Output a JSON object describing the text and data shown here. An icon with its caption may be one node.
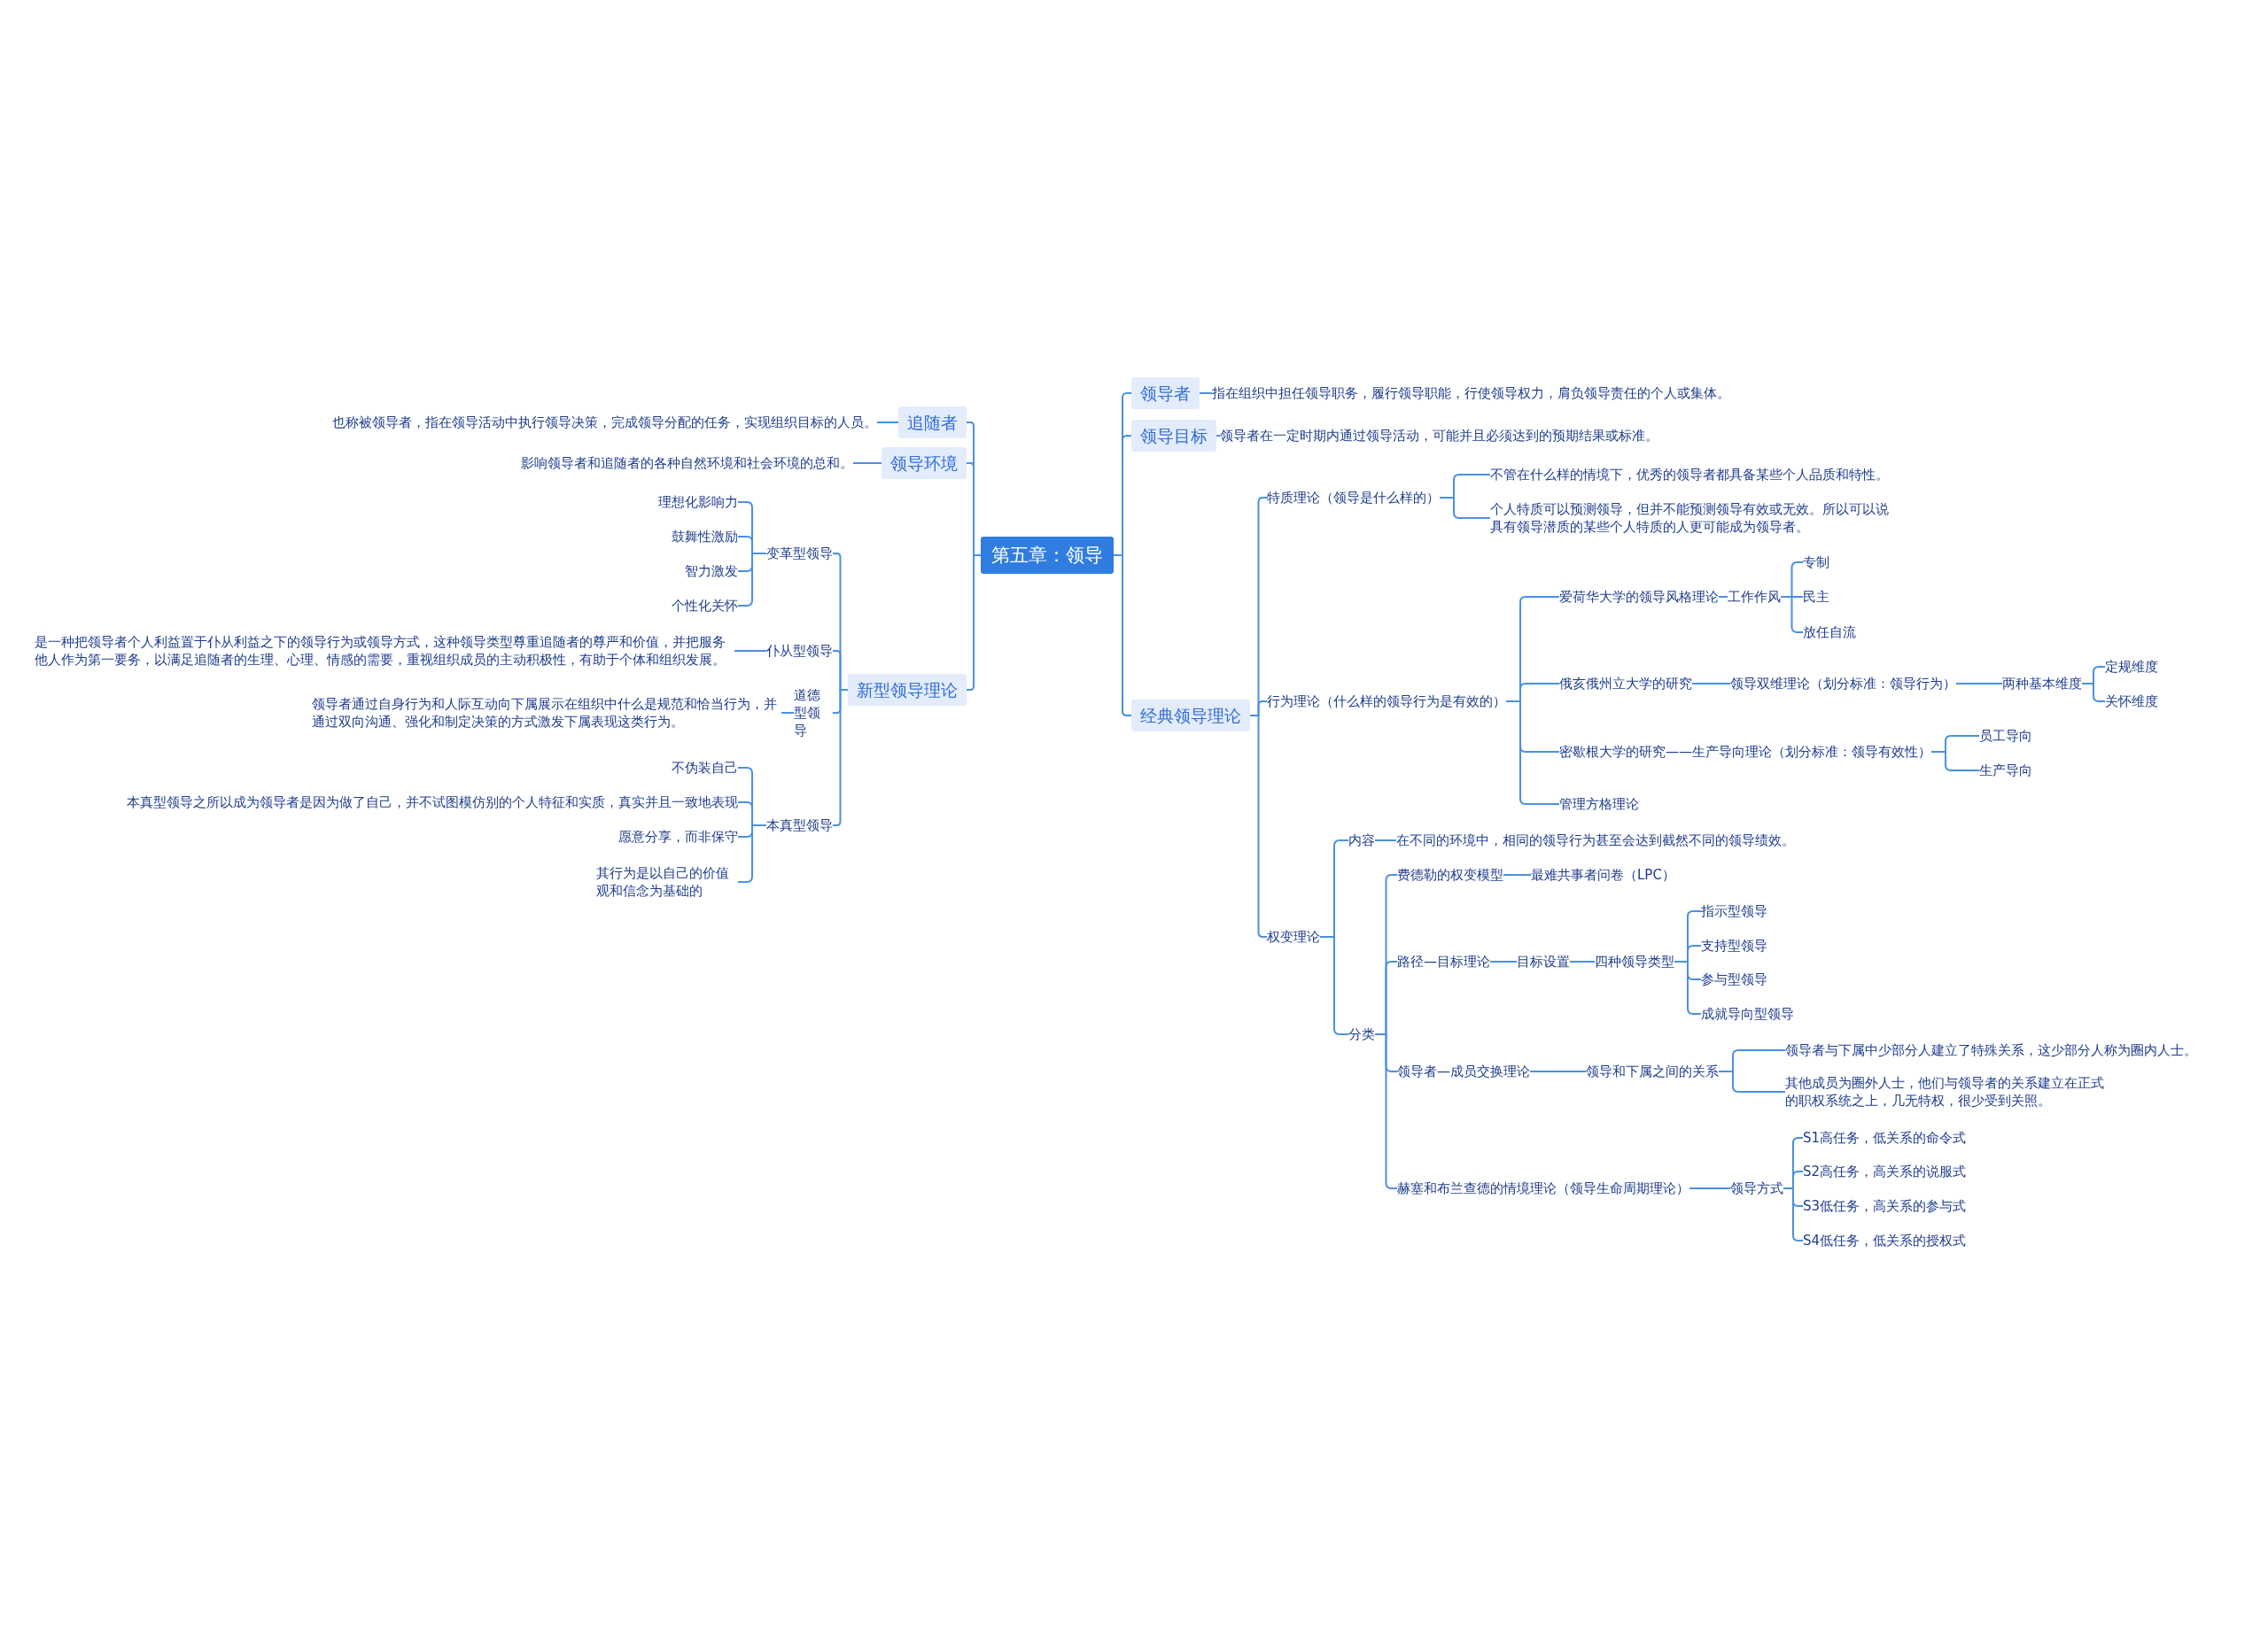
{
  "diagram": {
    "nodes": [
      {
        "text": [
          "第五章：领导"
        ]
      },
      {
        "text": [
          "追随者"
        ]
      },
      {
        "text": [
          "也称被领导者，指在领导活动中执行领导决策，完成领导分配的任务，实现组织目标的人员。"
        ]
      },
      {
        "text": [
          "领导环境"
        ]
      },
      {
        "text": [
          "影响领导者和追随者的各种自然环境和社会环境的总和。"
        ]
      },
      {
        "text": [
          "新型领导理论"
        ]
      },
      {
        "text": [
          "变革型领导"
        ]
      },
      {
        "text": [
          "理想化影响力"
        ]
      },
      {
        "text": [
          "鼓舞性激励"
        ]
      },
      {
        "text": [
          "智力激发"
        ]
      },
      {
        "text": [
          "个性化关怀"
        ]
      },
      {
        "text": [
          "仆从型领导"
        ]
      },
      {
        "text": [
          "是一种把领导者个人利益置于仆从利益之下的领导行为或领导方式，这种领导类型尊重追随者的尊严和价值，并把服务他人作为第一要务，以满足追随者的生理、心理、情感的需要，重视组织成员的主动积极性，有助于个体和组织发展。"
        ]
      },
      {
        "text": [
          "道德型领导"
        ]
      },
      {
        "text": [
          "领导者通过自身行为和人际互动向下属展示在组织中什么是规范和恰当行为，并通过双向沟通、强化和制定决策的方式激发下属表现这类行为。"
        ]
      },
      {
        "text": [
          "本真型领导"
        ]
      },
      {
        "text": [
          "不伪装自己"
        ]
      },
      {
        "text": [
          "本真型领导之所以成为领导者是因为做了自己，并不试图模仿别的个人特征和实质，真实并且一致地表现"
        ]
      },
      {
        "text": [
          "愿意分享，而非保守"
        ]
      },
      {
        "text": [
          "其行为是以自己的价值观和信念为基础的"
        ]
      },
      {
        "text": [
          "领导者"
        ]
      },
      {
        "text": [
          "指在组织中担任领导职务，履行领导职能，行使领导权力，肩负领导责任的个人或集体。"
        ]
      },
      {
        "text": [
          "领导目标"
        ]
      },
      {
        "text": [
          "领导者在一定时期内通过领导活动，可能并且必须达到的预期结果或标准。"
        ]
      },
      {
        "text": [
          "经典领导理论"
        ]
      },
      {
        "text": [
          "特质理论（领导是什么样的）"
        ]
      },
      {
        "text": [
          "不管在什么样的情境下，优秀的领导者都具备某些个人品质和特性。"
        ]
      },
      {
        "text": [
          "个人特质可以预测领导，但并不能预测领导有效或无效。所以可以说具有领导潜质的某些个人特质的人更可能成为领导者。"
        ]
      },
      {
        "text": [
          "行为理论（什么样的领导行为是有效的）"
        ]
      },
      {
        "text": [
          "爱荷华大学的领导风格理论"
        ]
      },
      {
        "text": [
          "工作作风"
        ]
      },
      {
        "text": [
          "专制"
        ]
      },
      {
        "text": [
          "民主"
        ]
      },
      {
        "text": [
          "放任自流"
        ]
      },
      {
        "text": [
          "俄亥俄州立大学的研究"
        ]
      },
      {
        "text": [
          "领导双维理论（划分标准：领导行为）"
        ]
      },
      {
        "text": [
          "两种基本维度"
        ]
      },
      {
        "text": [
          "定规维度"
        ]
      },
      {
        "text": [
          "关怀维度"
        ]
      },
      {
        "text": [
          "密歇根大学的研究——生产导向理论（划分标准：领导有效性）"
        ]
      },
      {
        "text": [
          "员工导向"
        ]
      },
      {
        "text": [
          "生产导向"
        ]
      },
      {
        "text": [
          "管理方格理论"
        ]
      },
      {
        "text": [
          "权变理论"
        ]
      },
      {
        "text": [
          "内容"
        ]
      },
      {
        "text": [
          "在不同的环境中，相同的领导行为甚至会达到截然不同的领导绩效。"
        ]
      },
      {
        "text": [
          "分类"
        ]
      },
      {
        "text": [
          "费德勒的权变模型"
        ]
      },
      {
        "text": [
          "最难共事者问卷（LPC）"
        ]
      },
      {
        "text": [
          "路径—目标理论"
        ]
      },
      {
        "text": [
          "目标设置"
        ]
      },
      {
        "text": [
          "四种领导类型"
        ]
      },
      {
        "text": [
          "指示型领导"
        ]
      },
      {
        "text": [
          "支持型领导"
        ]
      },
      {
        "text": [
          "参与型领导"
        ]
      },
      {
        "text": [
          "成就导向型领导"
        ]
      },
      {
        "text": [
          "领导者—成员交换理论"
        ]
      },
      {
        "text": [
          "领导和下属之间的关系"
        ]
      },
      {
        "text": [
          "领导者与下属中少部分人建立了特殊关系，这少部分人称为圈内人士。"
        ]
      },
      {
        "text": [
          "其他成员为圈外人士，他们与领导者的关系建立在正式的职权系统之上，几无特权，很少受到关照。"
        ]
      },
      {
        "text": [
          "赫塞和布兰查德的情境理论（领导生命周期理论）"
        ]
      },
      {
        "text": [
          "领导方式"
        ]
      },
      {
        "text": [
          "S1高任务，低关系的命令式"
        ]
      },
      {
        "text": [
          "S2高任务，高关系的说服式"
        ]
      },
      {
        "text": [
          "S3低任务，高关系的参与式"
        ]
      },
      {
        "text": [
          "S4低任务，低关系的授权式"
        ]
      }
    ],
    "edges": [
      {
        "from": 0,
        "to": 1,
        "arrow": "none"
      },
      {
        "from": 1,
        "to": 2,
        "arrow": "none"
      },
      {
        "from": 0,
        "to": 3,
        "arrow": "none"
      },
      {
        "from": 3,
        "to": 4,
        "arrow": "none"
      },
      {
        "from": 0,
        "to": 5,
        "arrow": "none"
      },
      {
        "from": 5,
        "to": 6,
        "arrow": "none"
      },
      {
        "from": 6,
        "to": 7,
        "arrow": "none"
      },
      {
        "from": 6,
        "to": 8,
        "arrow": "none"
      },
      {
        "from": 6,
        "to": 9,
        "arrow": "none"
      },
      {
        "from": 6,
        "to": 10,
        "arrow": "none"
      },
      {
        "from": 5,
        "to": 11,
        "arrow": "none"
      },
      {
        "from": 11,
        "to": 12,
        "arrow": "none"
      },
      {
        "from": 5,
        "to": 13,
        "arrow": "none"
      },
      {
        "from": 13,
        "to": 14,
        "arrow": "none"
      },
      {
        "from": 5,
        "to": 15,
        "arrow": "none"
      },
      {
        "from": 15,
        "to": 16,
        "arrow": "none"
      },
      {
        "from": 15,
        "to": 17,
        "arrow": "none"
      },
      {
        "from": 15,
        "to": 18,
        "arrow": "none"
      },
      {
        "from": 15,
        "to": 19,
        "arrow": "none"
      },
      {
        "from": 0,
        "to": 20,
        "arrow": "none"
      },
      {
        "from": 20,
        "to": 21,
        "arrow": "none"
      },
      {
        "from": 0,
        "to": 22,
        "arrow": "none"
      },
      {
        "from": 22,
        "to": 23,
        "arrow": "none"
      },
      {
        "from": 0,
        "to": 24,
        "arrow": "none"
      },
      {
        "from": 24,
        "to": 25,
        "arrow": "none"
      },
      {
        "from": 25,
        "to": 26,
        "arrow": "none"
      },
      {
        "from": 25,
        "to": 27,
        "arrow": "none"
      },
      {
        "from": 24,
        "to": 28,
        "arrow": "none"
      },
      {
        "from": 28,
        "to": 29,
        "arrow": "none"
      },
      {
        "from": 29,
        "to": 30,
        "arrow": "none"
      },
      {
        "from": 30,
        "to": 31,
        "arrow": "none"
      },
      {
        "from": 30,
        "to": 32,
        "arrow": "none"
      },
      {
        "from": 30,
        "to": 33,
        "arrow": "none"
      },
      {
        "from": 28,
        "to": 34,
        "arrow": "none"
      },
      {
        "from": 34,
        "to": 35,
        "arrow": "none"
      },
      {
        "from": 35,
        "to": 36,
        "arrow": "none"
      },
      {
        "from": 36,
        "to": 37,
        "arrow": "none"
      },
      {
        "from": 36,
        "to": 38,
        "arrow": "none"
      },
      {
        "from": 28,
        "to": 39,
        "arrow": "none"
      },
      {
        "from": 39,
        "to": 40,
        "arrow": "none"
      },
      {
        "from": 39,
        "to": 41,
        "arrow": "none"
      },
      {
        "from": 28,
        "to": 42,
        "arrow": "none"
      },
      {
        "from": 24,
        "to": 43,
        "arrow": "none"
      },
      {
        "from": 43,
        "to": 44,
        "arrow": "none"
      },
      {
        "from": 44,
        "to": 45,
        "arrow": "none"
      },
      {
        "from": 43,
        "to": 46,
        "arrow": "none"
      },
      {
        "from": 46,
        "to": 47,
        "arrow": "none"
      },
      {
        "from": 47,
        "to": 48,
        "arrow": "none"
      },
      {
        "from": 46,
        "to": 49,
        "arrow": "none"
      },
      {
        "from": 49,
        "to": 50,
        "arrow": "none"
      },
      {
        "from": 50,
        "to": 51,
        "arrow": "none"
      },
      {
        "from": 51,
        "to": 52,
        "arrow": "none"
      },
      {
        "from": 51,
        "to": 53,
        "arrow": "none"
      },
      {
        "from": 51,
        "to": 54,
        "arrow": "none"
      },
      {
        "from": 51,
        "to": 55,
        "arrow": "none"
      },
      {
        "from": 46,
        "to": 56,
        "arrow": "none"
      },
      {
        "from": 56,
        "to": 57,
        "arrow": "none"
      },
      {
        "from": 57,
        "to": 58,
        "arrow": "none"
      },
      {
        "from": 57,
        "to": 59,
        "arrow": "none"
      },
      {
        "from": 46,
        "to": 60,
        "arrow": "none"
      },
      {
        "from": 60,
        "to": 61,
        "arrow": "none"
      },
      {
        "from": 61,
        "to": 62,
        "arrow": "none"
      },
      {
        "from": 61,
        "to": 63,
        "arrow": "none"
      },
      {
        "from": 61,
        "to": 64,
        "arrow": "none"
      },
      {
        "from": 61,
        "to": 65,
        "arrow": "none"
      }
    ]
  }
}
